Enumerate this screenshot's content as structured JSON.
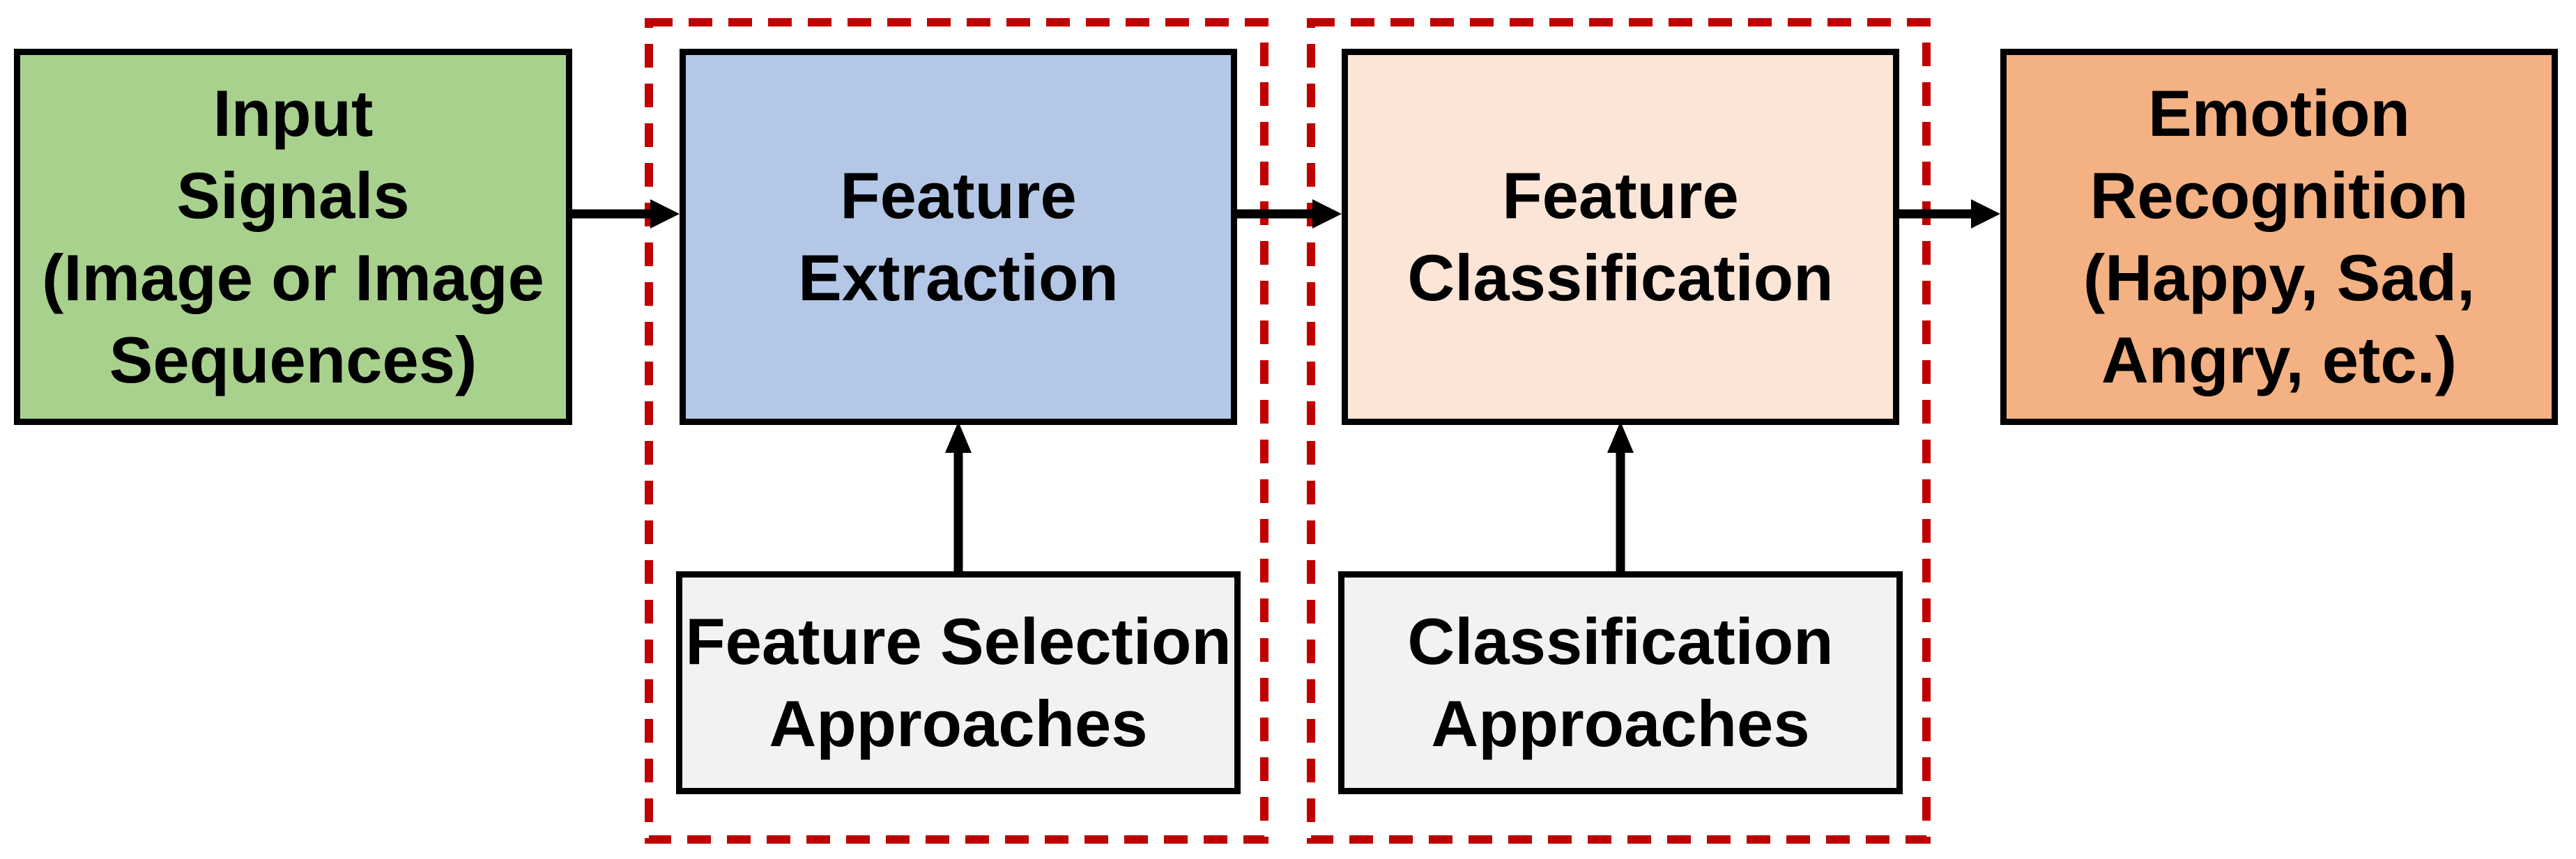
{
  "diagram": {
    "title": "Emotion recognition pipeline flowchart",
    "nodes": {
      "input_signals": {
        "label": "Input\nSignals\n(Image or Image\nSequences)",
        "fill": "#a9d18e"
      },
      "feature_extraction": {
        "label": "Feature\nExtraction",
        "fill": "#b4c7e7"
      },
      "feature_classification": {
        "label": "Feature\nClassification",
        "fill": "#fbe5d6"
      },
      "emotion_recognition": {
        "label": "Emotion\nRecognition\n(Happy, Sad,\nAngry, etc.)",
        "fill": "#f4b183"
      },
      "feature_selection_approaches": {
        "label": "Feature Selection\nApproaches",
        "fill": "#f2f2f2"
      },
      "classification_approaches": {
        "label": "Classification\nApproaches",
        "fill": "#f2f2f2"
      }
    },
    "connections": [
      {
        "from": "input_signals",
        "to": "feature_extraction",
        "direction": "right"
      },
      {
        "from": "feature_extraction",
        "to": "feature_classification",
        "direction": "right"
      },
      {
        "from": "feature_classification",
        "to": "emotion_recognition",
        "direction": "right"
      },
      {
        "from": "feature_selection_approaches",
        "to": "feature_extraction",
        "direction": "up"
      },
      {
        "from": "classification_approaches",
        "to": "feature_classification",
        "direction": "up"
      }
    ],
    "outlines": [
      {
        "around": [
          "feature_extraction",
          "feature_selection_approaches"
        ],
        "style": "dashed",
        "color": "#c00000"
      },
      {
        "around": [
          "feature_classification",
          "classification_approaches"
        ],
        "style": "dashed",
        "color": "#c00000"
      }
    ],
    "colors": {
      "node_border": "#000000",
      "arrow": "#000000",
      "dashed_outline": "#c00000",
      "text": "#000000",
      "background": "#ffffff"
    }
  }
}
